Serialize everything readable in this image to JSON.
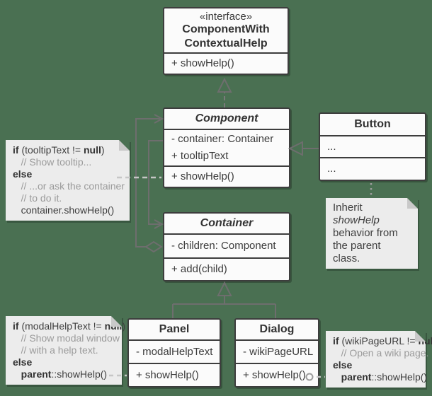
{
  "colors": {
    "background": "#4a7052",
    "box_fill": "#fbfbfb",
    "box_border": "#3d3d3d",
    "line": "#6e6e6e",
    "light_dash": "#c6c6c6",
    "note_fill": "#ececec",
    "comment_text": "#9b9b9b"
  },
  "classes": {
    "interface": {
      "stereotype": "«interface»",
      "title_line1": "ComponentWith",
      "title_line2": "ContextualHelp",
      "method0": "+ showHelp()"
    },
    "component": {
      "title": "Component",
      "attr0": "- container: Container",
      "attr1": "+ tooltipText",
      "method0": "+ showHelp()"
    },
    "container": {
      "title": "Container",
      "attr0": "- children: Component",
      "method0": "+ add(child)"
    },
    "button": {
      "title": "Button",
      "row0": "...",
      "row1": "..."
    },
    "panel": {
      "title": "Panel",
      "attr0": "- modalHelpText",
      "method0": "+ showHelp()"
    },
    "dialog": {
      "title": "Dialog",
      "attr0": "- wikiPageURL",
      "method0": "+ showHelp()"
    }
  },
  "notes": {
    "tooltip": {
      "lines": [
        [
          {
            "t": "if",
            "b": 1
          },
          {
            "t": " (tooltipText != "
          },
          {
            "t": "null",
            "b": 1
          },
          {
            "t": ")"
          }
        ],
        [
          {
            "t": "   // Show tooltip...",
            "c": 1
          }
        ],
        [
          {
            "t": "else",
            "b": 1
          }
        ],
        [
          {
            "t": "   // ...or ask the container",
            "c": 1
          }
        ],
        [
          {
            "t": "   // to do it.",
            "c": 1
          }
        ],
        [
          {
            "t": "   container.showHelp()"
          }
        ]
      ]
    },
    "modal": {
      "lines": [
        [
          {
            "t": "if",
            "b": 1
          },
          {
            "t": " (modalHelpText != "
          },
          {
            "t": "null",
            "b": 1
          },
          {
            "t": ")"
          }
        ],
        [
          {
            "t": "   // Show modal window",
            "c": 1
          }
        ],
        [
          {
            "t": "   // with a help text.",
            "c": 1
          }
        ],
        [
          {
            "t": "else",
            "b": 1
          }
        ],
        [
          {
            "t": "   "
          },
          {
            "t": "parent",
            "b": 1
          },
          {
            "t": "::showHelp()"
          }
        ]
      ]
    },
    "wiki": {
      "lines": [
        [
          {
            "t": "if",
            "b": 1
          },
          {
            "t": " (wikiPageURL != "
          },
          {
            "t": "null",
            "b": 1
          },
          {
            "t": ")"
          }
        ],
        [
          {
            "t": "   // Open a wiki page.",
            "c": 1
          }
        ],
        [
          {
            "t": "else",
            "b": 1
          }
        ],
        [
          {
            "t": "   "
          },
          {
            "t": "parent",
            "b": 1
          },
          {
            "t": "::showHelp()"
          }
        ]
      ]
    },
    "inherit": {
      "lines": [
        [
          {
            "t": "Inherit "
          },
          {
            "t": "showHelp",
            "i": 1
          },
          {
            "t": " behavior from the parent class."
          }
        ]
      ]
    }
  }
}
